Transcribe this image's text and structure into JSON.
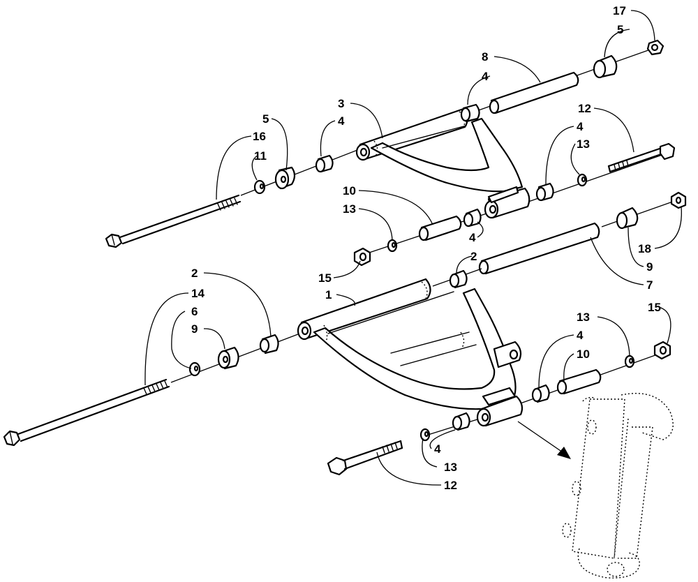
{
  "callouts": {
    "c17_top": "17",
    "c5_top": "5",
    "c8": "8",
    "c4_a": "4",
    "c3": "3",
    "c4_b": "4",
    "c5_left": "5",
    "c16": "16",
    "c11": "11",
    "c12_top": "12",
    "c4_c": "4",
    "c13_a": "13",
    "c10_a": "10",
    "c13_b": "13",
    "c4_d": "4",
    "c15_a": "15",
    "c18": "18",
    "c9_a": "9",
    "c2_a": "2",
    "c7": "7",
    "c2_b": "2",
    "c14": "14",
    "c6": "6",
    "c9_b": "9",
    "c1": "1",
    "c15_b": "15",
    "c13_c": "13",
    "c4_e": "4",
    "c10_b": "10",
    "c4_f": "4",
    "c13_d": "13",
    "c12_bottom": "12"
  },
  "colors": {
    "ink": "#000000",
    "paper": "#ffffff"
  }
}
